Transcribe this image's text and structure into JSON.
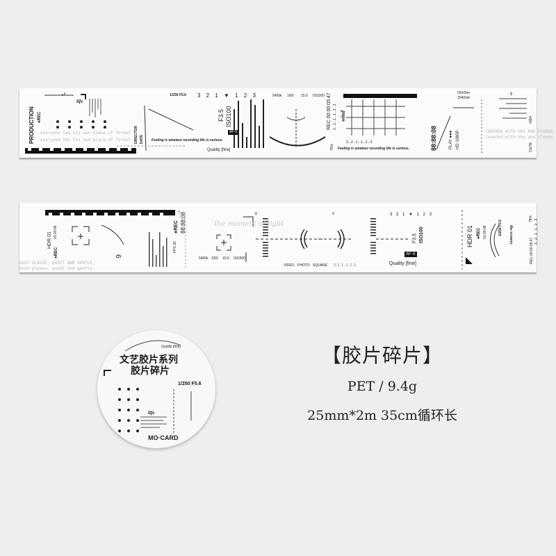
{
  "strip1": {
    "production": "PRODUCTION",
    "rec": "●REC",
    "life": "life",
    "shutter": "1/250 F5.6",
    "countdown": "3 2 1 ▼ 1 2 3",
    "aperture": "F3.5",
    "iso": "ISO100",
    "exposure_row": [
      "5400k",
      "1/60",
      "15.6",
      "ISO200"
    ],
    "motto": "Feeling is amateur recording life is serious.",
    "quality": "Quality [fine]",
    "af": "AF-S",
    "director": "DIRECTOR",
    "date": "DATE",
    "ghost_1": "everyone has his own piece of forest",
    "ghost_2": "everyone has his own place of forest",
    "rec_time": "REC 00:00:05:47",
    "sequence": "3...2...1...1...2...3",
    "wind": "wind",
    "battery": "75%",
    "timecode": "88:88:08",
    "play": "PLAY ●●●",
    "hd": "HD 1080P",
    "time_left": "02h05m",
    "shots_left": "2540mb",
    "ghost_3": "COVERED WITH SKY AND CLOUDS",
    "ghost_4": "covered with sky and clouds",
    "hdr": "HDR",
    "auto": "AUTO",
    "number_5": "5"
  },
  "strip2": {
    "hdr01": "HDR 01",
    "rec": "●REC",
    "rec_time": "01:00:08",
    "ghost_1": "GUST GLASSE, QUIET AND GENTLE,",
    "ghost_2": "must please, quiet and gentle.",
    "number_6": "6",
    "number_7": "7",
    "number_8": "8",
    "number_9": "9",
    "fps": "FPS 30",
    "rec2": "●REC",
    "timecode": "88:88:08",
    "exposure_row": [
      "5400k",
      "1/60",
      "15.6",
      "ISO200"
    ],
    "script": "the moment of light",
    "modes": [
      "VIDEO",
      "PHOTO",
      "SQUARE"
    ],
    "sequence": "3..2..1...1..2..3",
    "countdown": "3 2 1 ▼ 1 2 3",
    "aperture": "F3.5",
    "iso": "ISO100",
    "af": "AF-S",
    "quality": "Quality [fine]",
    "hdr01_b": "HDR 01",
    "rec3": "●REC",
    "rec_time_b": "01:00:08",
    "shutter": "1/250 F5.6",
    "scenery": "the scenery",
    "rec_time_c": "REC 00:00:05:47",
    "sequence_b": "3...2...1...1...2...3",
    "battery": "78%"
  },
  "roll": {
    "title_line1": "文艺胶片系列",
    "title_line2": "胶片碎片",
    "brand": "MO·CARD",
    "life": "life",
    "shutter": "1/250 F5.6",
    "quality": "Quality [fine]"
  },
  "product": {
    "name": "【胶片碎片】",
    "material": "PET / 9.4g",
    "spec": "25mm*2m 35cm循环长"
  }
}
